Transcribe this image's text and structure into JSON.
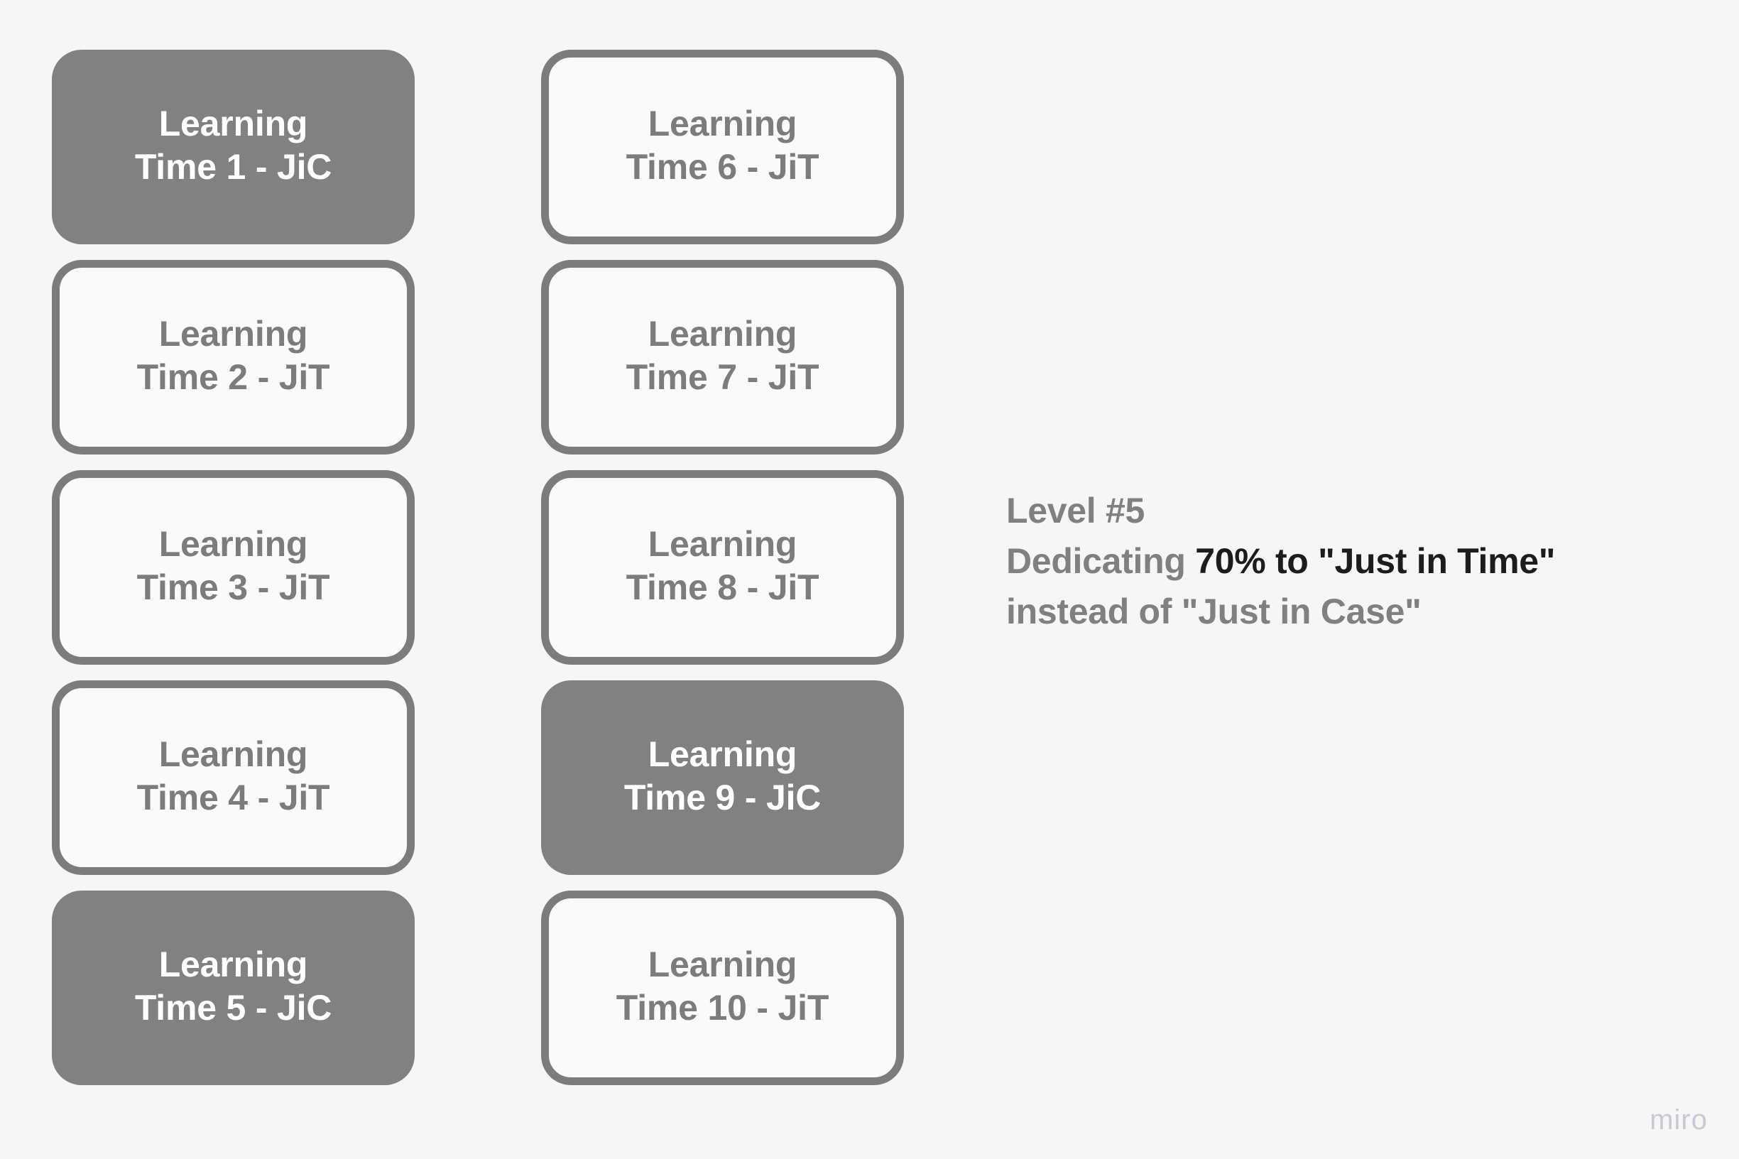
{
  "canvas": {
    "background_color": "#f6f6f6",
    "watermark": "miro"
  },
  "style_tokens": {
    "filled_card_fill": "#818181",
    "filled_card_text": "#ffffff",
    "outlined_card_fill": "#fafafa",
    "outlined_card_border": "#7c7c7c",
    "outlined_card_text": "#7c7c7c",
    "annotation_text": "#808080",
    "annotation_emphasis": "#1c1c1c",
    "watermark_color": "#c9c9d4"
  },
  "columns": [
    {
      "name": "column-1",
      "cards": [
        {
          "line1": "Learning",
          "line2": "Time 1 - JiC",
          "label": "Learning\nTime 1 - JiC",
          "mode": "JiC",
          "style": "filled"
        },
        {
          "line1": "Learning",
          "line2": "Time 2 - JiT",
          "label": "Learning\nTime 2 - JiT",
          "mode": "JiT",
          "style": "outlined"
        },
        {
          "line1": "Learning",
          "line2": "Time 3 - JiT",
          "label": "Learning\nTime 3 - JiT",
          "mode": "JiT",
          "style": "outlined"
        },
        {
          "line1": "Learning",
          "line2": "Time 4 - JiT",
          "label": "Learning\nTime 4 - JiT",
          "mode": "JiT",
          "style": "outlined"
        },
        {
          "line1": "Learning",
          "line2": "Time 5 - JiC",
          "label": "Learning\nTime 5 - JiC",
          "mode": "JiC",
          "style": "filled"
        }
      ]
    },
    {
      "name": "column-2",
      "cards": [
        {
          "line1": "Learning",
          "line2": "Time 6 - JiT",
          "label": "Learning\nTime 6 - JiT",
          "mode": "JiT",
          "style": "outlined"
        },
        {
          "line1": "Learning",
          "line2": "Time 7 - JiT",
          "label": "Learning\nTime 7 - JiT",
          "mode": "JiT",
          "style": "outlined"
        },
        {
          "line1": "Learning",
          "line2": "Time 8 - JiT",
          "label": "Learning\nTime 8 - JiT",
          "mode": "JiT",
          "style": "outlined"
        },
        {
          "line1": "Learning",
          "line2": "Time 9 - JiC",
          "label": "Learning\nTime 9 - JiC",
          "mode": "JiC",
          "style": "filled"
        },
        {
          "line1": "Learning",
          "line2": "Time 10 - JiT",
          "label": "Learning\nTime 10 - JiT",
          "mode": "JiT",
          "style": "outlined"
        }
      ]
    }
  ],
  "annotation": {
    "heading": "Level #5",
    "body_prefix": "Dedicating ",
    "body_emphasis": "70% to \"Just in Time\"",
    "body_suffix": "instead of \"Just in Case\"",
    "percent": "70%"
  }
}
